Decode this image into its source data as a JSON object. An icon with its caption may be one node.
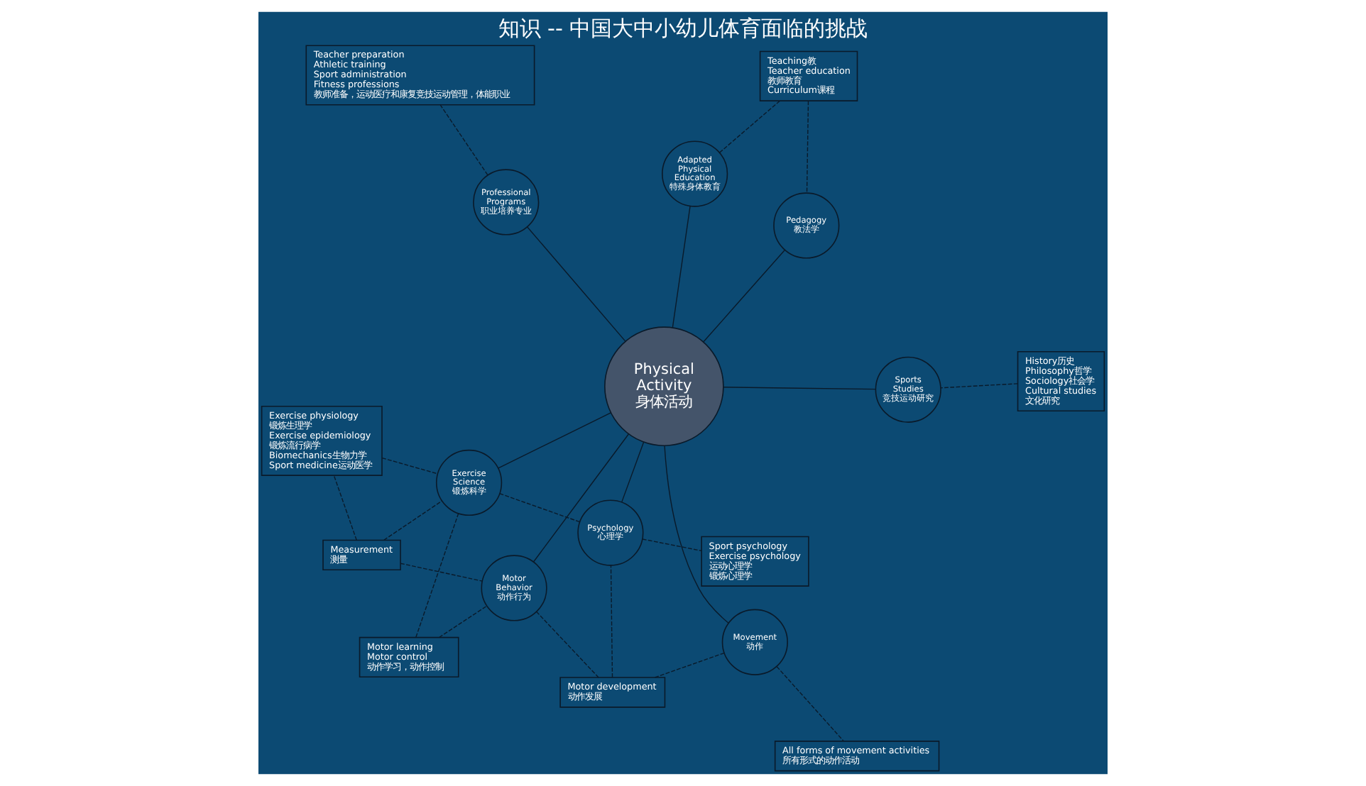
{
  "diagram": {
    "title": "知识 -- 中国大中小幼儿体育面临的挑战",
    "nodes": [
      {
        "text": [
          "Physical Activity",
          "身体活动"
        ]
      },
      {
        "text": [
          "Measurement",
          "测量"
        ]
      },
      {
        "text": [
          "Motor learning",
          "Motor control",
          "动作学习，动作控制"
        ]
      },
      {
        "text": [
          "Motor Behavior",
          "动作行为"
        ]
      },
      {
        "text": [
          "Motor development",
          "动作发展"
        ]
      },
      {
        "text": [
          "Psychology",
          "心理学"
        ]
      },
      {
        "text": [
          "Sport psychology",
          "Exercise psychology",
          "运动心理学",
          "锻炼心理学"
        ]
      },
      {
        "text": [
          "Exercise Science",
          "锻炼科学"
        ]
      },
      {
        "text": [
          "Exercise physiology",
          "锻炼生理学",
          "Exercise epidemiology",
          "锻炼流行病学",
          "Biomechanics生物力学",
          "Sport medicine运动医学"
        ]
      },
      {
        "text": [
          "Movement",
          "动作"
        ]
      },
      {
        "text": [
          "All forms of movement activities",
          "所有形式的动作活动"
        ]
      },
      {
        "text": [
          "Sports Studies",
          "竞技运动研究"
        ]
      },
      {
        "text": [
          "History历史",
          "Philosophy哲学",
          "Sociology社会学",
          "Cultural studies",
          "文化研究"
        ]
      },
      {
        "text": [
          "Pedagogy",
          "教法学"
        ]
      },
      {
        "text": [
          "Teaching教",
          "Teacher education",
          "教师教育",
          "Curriculum课程"
        ]
      },
      {
        "text": [
          "Adapted Physical Education",
          "特殊身体教育"
        ]
      },
      {
        "text": [
          "Professional Programs",
          "职业培养专业"
        ]
      },
      {
        "text": [
          "Teacher preparation",
          "Athletic training",
          "Sport administration",
          "Fitness professions",
          "教师准备，运动医疗和康复竞技运动管理，体能职业"
        ]
      }
    ],
    "edges": [
      {
        "from": 0,
        "to": 3,
        "arrow": "none"
      },
      {
        "from": 0,
        "to": 5,
        "arrow": "none"
      },
      {
        "from": 0,
        "to": 9,
        "arrow": "none"
      },
      {
        "from": 0,
        "to": 16,
        "arrow": "none"
      },
      {
        "from": 0,
        "to": 15,
        "arrow": "none"
      },
      {
        "from": 0,
        "to": 13,
        "arrow": "none"
      },
      {
        "from": 0,
        "to": 11,
        "arrow": "none"
      },
      {
        "from": 0,
        "to": 7,
        "arrow": "none"
      },
      {
        "from": 1,
        "to": 3,
        "arrow": "none",
        "style": "dashed"
      },
      {
        "from": 2,
        "to": 3,
        "arrow": "none",
        "style": "dashed"
      },
      {
        "from": 3,
        "to": 4,
        "arrow": "none",
        "style": "dashed"
      },
      {
        "from": 4,
        "to": 5,
        "arrow": "none",
        "style": "dashed"
      },
      {
        "from": 4,
        "to": 9,
        "arrow": "none",
        "style": "dashed"
      },
      {
        "from": 5,
        "to": 6,
        "arrow": "none",
        "style": "dashed"
      },
      {
        "from": 7,
        "to": 5,
        "arrow": "none",
        "style": "dashed"
      },
      {
        "from": 1,
        "to": 7,
        "arrow": "none",
        "style": "dashed"
      },
      {
        "from": 2,
        "to": 7,
        "arrow": "none",
        "style": "dashed"
      },
      {
        "from": 1,
        "to": 8,
        "arrow": "none",
        "style": "dashed"
      },
      {
        "from": 8,
        "to": 7,
        "arrow": "none",
        "style": "dashed"
      },
      {
        "from": 9,
        "to": 10,
        "arrow": "none",
        "style": "dashed"
      },
      {
        "from": 16,
        "to": 17,
        "arrow": "none",
        "style": "dashed"
      },
      {
        "from": 12,
        "to": 11,
        "arrow": "none",
        "style": "dashed"
      },
      {
        "from": 14,
        "to": 13,
        "arrow": "none",
        "style": "dashed"
      },
      {
        "from": 14,
        "to": 15,
        "arrow": "none",
        "style": "dashed"
      }
    ]
  }
}
